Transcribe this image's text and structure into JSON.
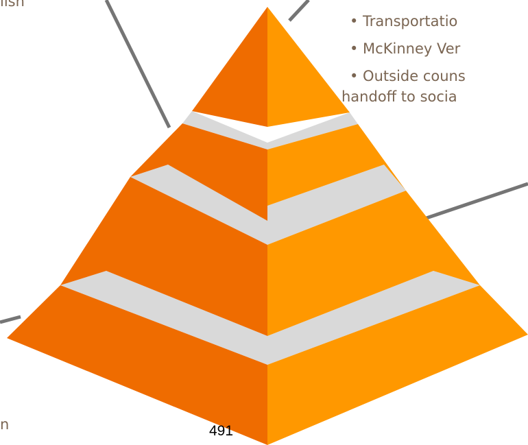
{
  "colors": {
    "left_face": "#ef6c00",
    "right_face": "#ff9800",
    "band": "#d9d9d9",
    "connector": "#757575",
    "text": "#7a6552"
  },
  "left_fragments": [
    "lish",
    "n"
  ],
  "right_callout": {
    "lines": [
      "• Transportatio",
      "• McKinney Ver",
      "• Outside couns",
      "handoff to socia"
    ]
  },
  "page_number": "491"
}
